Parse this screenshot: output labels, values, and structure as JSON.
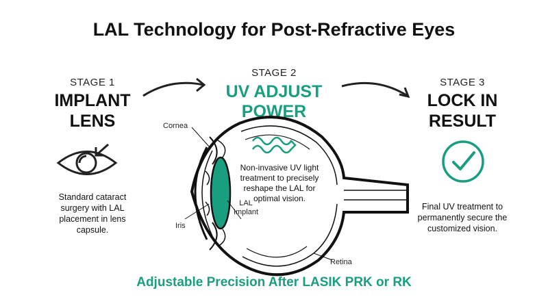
{
  "title": "LAL Technology for Post-Refractive Eyes",
  "accent_color": "#1a9e80",
  "stages": [
    {
      "label": "STAGE 1",
      "heading_line1": "IMPLANT",
      "heading_line2": "LENS",
      "description_lines": [
        "Standard cataract",
        "surgery with LAL",
        "placement in lens",
        "capsule."
      ],
      "icon": "eye-with-arrow-icon"
    },
    {
      "label": "STAGE 2",
      "heading_line1": "UV ADJUST",
      "heading_line2": "POWER",
      "description_lines": [
        "Non-invasive UV light",
        "treatment to precisely",
        "reshape the LAL for",
        "optimal vision."
      ],
      "icon": "uv-wave-icon"
    },
    {
      "label": "STAGE 3",
      "heading_line1": "LOCK IN",
      "heading_line2": "RESULT",
      "description_lines": [
        "Final UV treatment to",
        "permanently secure the",
        "customized vision."
      ],
      "icon": "check-circle-icon"
    }
  ],
  "eye_labels": {
    "cornea": "Cornea",
    "iris": "Iris",
    "lal_implant_line1": "LAL",
    "lal_implant_line2": "Implant",
    "retina": "Retina"
  },
  "footer": "Adjustable Precision After LASIK PRK or RK"
}
